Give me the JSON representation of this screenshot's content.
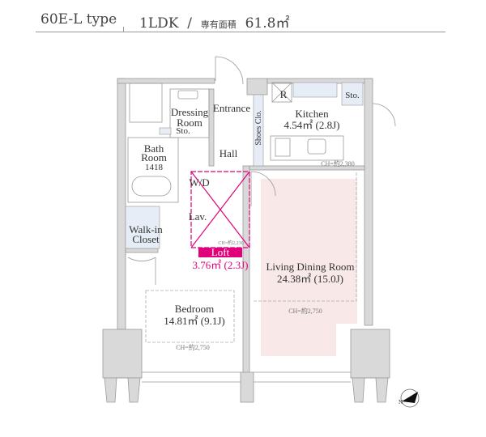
{
  "header": {
    "type_label": "60E-L type",
    "layout": "1LDK",
    "separator": "/",
    "area_label": "専有面積",
    "area_value": "61.8㎡"
  },
  "rooms": {
    "dressing": "Dressing",
    "dressing2": "Room",
    "dressing_sto": "Sto.",
    "entrance": "Entrance",
    "shoes": "Shoes Clo.",
    "hall": "Hall",
    "kitchen": "Kitchen",
    "kitchen_area": "4.54㎡ (2.8J)",
    "fridge": "R",
    "kitchen_sto": "Sto.",
    "bath": "Bath",
    "bath2": "Room",
    "bath_size": "1418",
    "wd": "W/D",
    "lav": "Lav.",
    "walkin": "Walk-in",
    "walkin2": "Closet",
    "loft": "Loft",
    "loft_area": "3.76㎡ (2.3J)",
    "loft_ch": "CH=約2,230",
    "ldk": "Living Dining Room",
    "ldk_area": "24.38㎡ (15.0J)",
    "ldk_ch": "CH=約2,750",
    "kitchen_ch": "CH=約2,380",
    "bedroom": "Bedroom",
    "bedroom_area": "14.81㎡ (9.1J)",
    "bedroom_ch": "CH=約2,750"
  },
  "colors": {
    "loft": "#e0007a",
    "ldk_fill": "#f8e8e8",
    "storage_fill": "#e6edf6"
  }
}
